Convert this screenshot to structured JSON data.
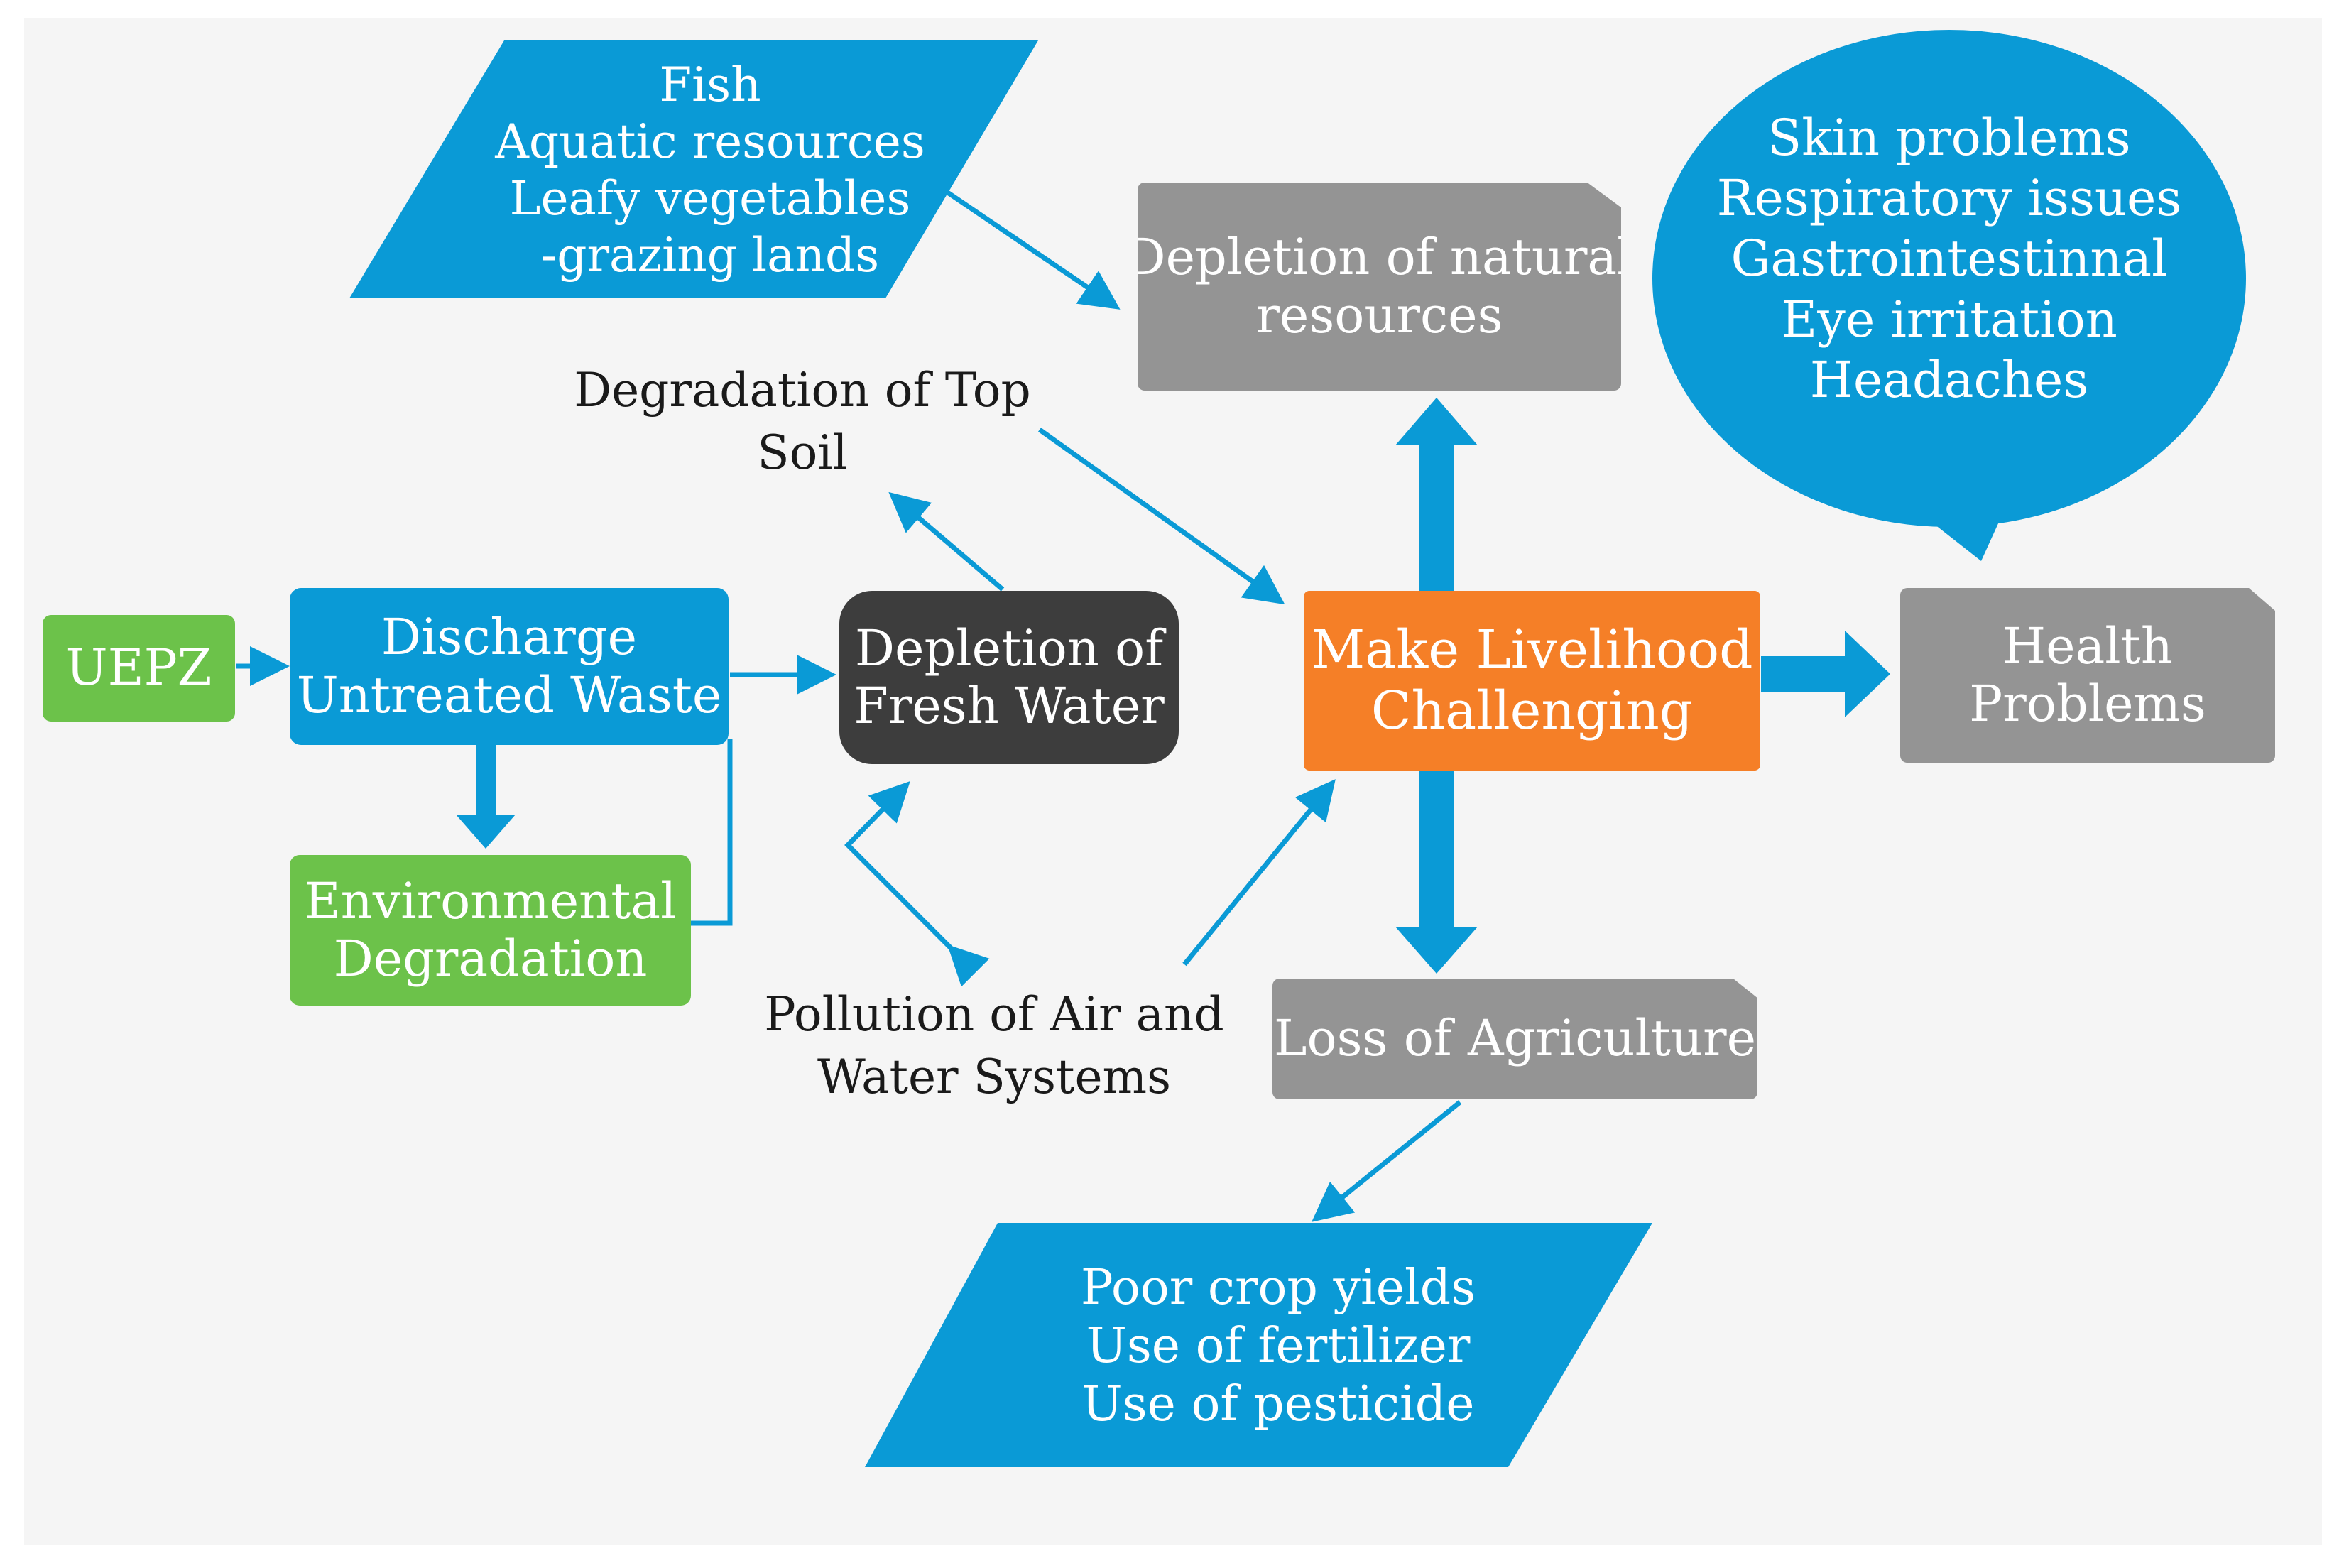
{
  "colors": {
    "blue": "#0a9ad6",
    "green": "#6cc24a",
    "grey": "#949494",
    "dark": "#3d3d3d",
    "orange": "#f57f27"
  },
  "nodes": {
    "uepz": "UEPZ",
    "discharge": [
      "Discharge",
      "Untreated Waste"
    ],
    "environmental": [
      "Environmental",
      "Degradation"
    ],
    "fresh_water": [
      "Depletion of",
      "Fresh Water"
    ],
    "livelihood": [
      "Make Livelihood",
      "Challenging"
    ],
    "health": [
      "Health",
      "Problems"
    ],
    "natural_resources": [
      "Depletion of natural",
      "resources"
    ],
    "agriculture": "Loss of Agriculture",
    "top_soil": [
      "Degradation of Top",
      "Soil"
    ],
    "pollution": [
      "Pollution of Air and",
      "Water Systems"
    ],
    "resources_list": [
      "Fish",
      "Aquatic resources",
      "Leafy vegetables",
      "-grazing lands"
    ],
    "health_list": [
      "Skin problems",
      "Respiratory issues",
      "Gastrointestinnal",
      "Eye irritation",
      "Headaches"
    ],
    "crop_list": [
      "Poor crop yields",
      "Use of fertilizer",
      "Use of pesticide"
    ]
  }
}
